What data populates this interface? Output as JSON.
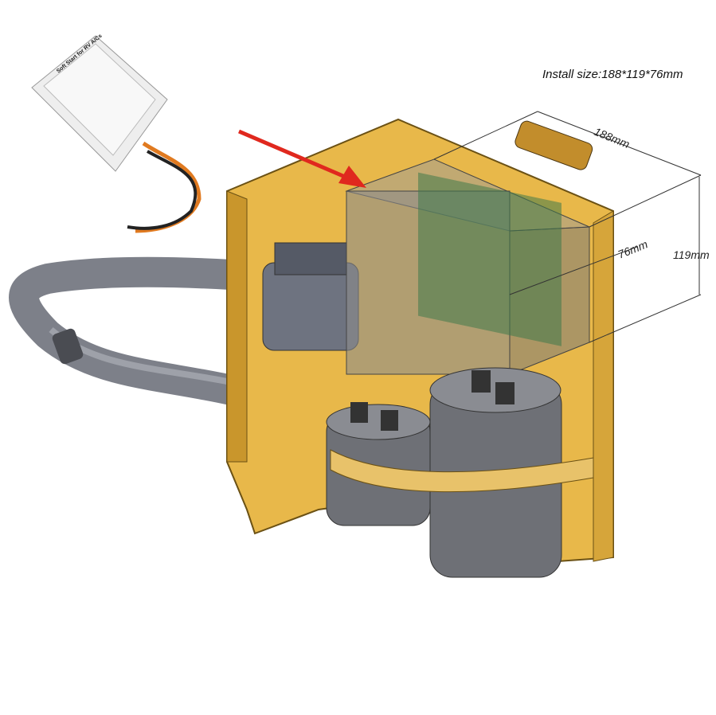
{
  "title": "Install size:188*119*76mm",
  "dimensions": {
    "length": "188mm",
    "height": "119mm",
    "depth": "76mm"
  },
  "product_label": "Soft Start for RV A/Cs",
  "colors": {
    "panel": "#e8b84a",
    "pipe": "#7d8089",
    "capacitor": "#6e7076",
    "arrow": "#e0281e",
    "box": "#8c8c8c"
  }
}
